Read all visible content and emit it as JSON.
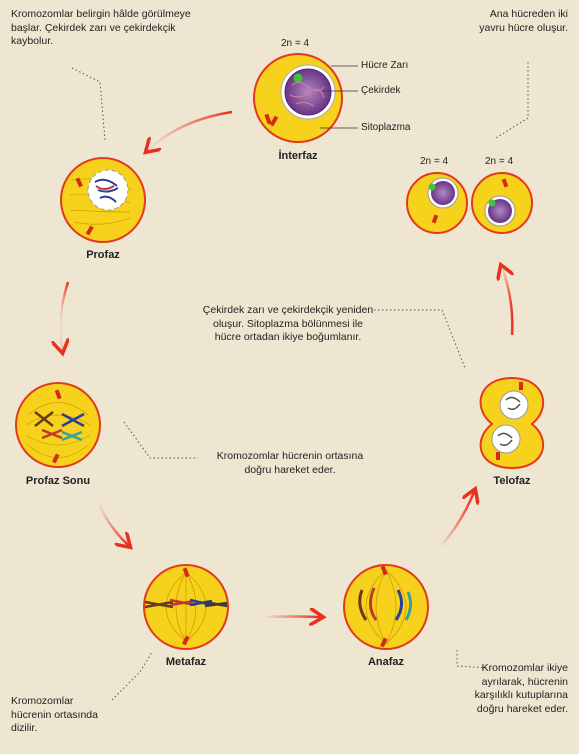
{
  "notes": {
    "profaz_note": "Kromozomlar belirgin hâlde görülmeye başlar. Çekirdek zarı ve çekirdekçik kaybolur.",
    "daughter_note": "Ana hücreden iki yavru hücre oluşur.",
    "telofaz_note": "Çekirdek zarı ve çekirdekçik yeniden oluşur. Sitoplazma bölünmesi ile hücre ortadan ikiye boğumlanır.",
    "prometa_note": "Kromozomlar hücrenin ortasına doğru hareket eder.",
    "metafaz_note": "Kromozomlar hücrenin ortasında dizilir.",
    "anafaz_note": "Kromozomlar ikiye ayrılarak, hücrenin karşılıklı kutuplarına doğru hareket eder."
  },
  "stages": {
    "interfaz": "İnterfaz",
    "profaz": "Profaz",
    "profaz_sonu": "Profaz Sonu",
    "metafaz": "Metafaz",
    "anafaz": "Anafaz",
    "telofaz": "Telofaz"
  },
  "parts": {
    "hucre_zari": "Hücre Zarı",
    "cekirdek": "Çekirdek",
    "sitoplazma": "Sitoplazma"
  },
  "chromosome_count": {
    "interfaz": "2n = 4",
    "daughter_left": "2n = 4",
    "daughter_right": "2n = 4"
  },
  "colors": {
    "background": "#efe6d2",
    "cell_fill": "#f7d21c",
    "cell_border": "#e23a1c",
    "nucleus": "#7a3f8f",
    "arrow": "#e8301e"
  }
}
